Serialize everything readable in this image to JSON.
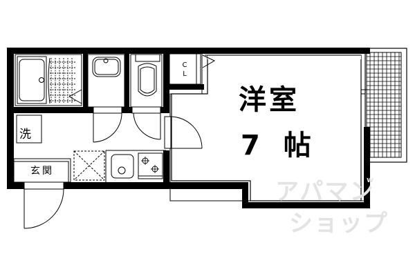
{
  "floorplan": {
    "main_room": {
      "name": "洋室",
      "size": "7 帖"
    },
    "closet": {
      "label_line1": "C",
      "label_line2": "L"
    },
    "washing_machine": {
      "label": "洗"
    },
    "entrance": {
      "label": "玄関"
    },
    "fixtures": [
      "bathtub",
      "wash-basin",
      "toilet",
      "refrigerator-space",
      "kitchen-sink",
      "two-burner-stove",
      "balcony"
    ]
  },
  "watermark": {
    "line1": "アパマン",
    "line2": "ショップ",
    "small": "w"
  },
  "colors": {
    "wall": "#000000",
    "background": "#ffffff",
    "watermark": "#e3e3e3"
  }
}
